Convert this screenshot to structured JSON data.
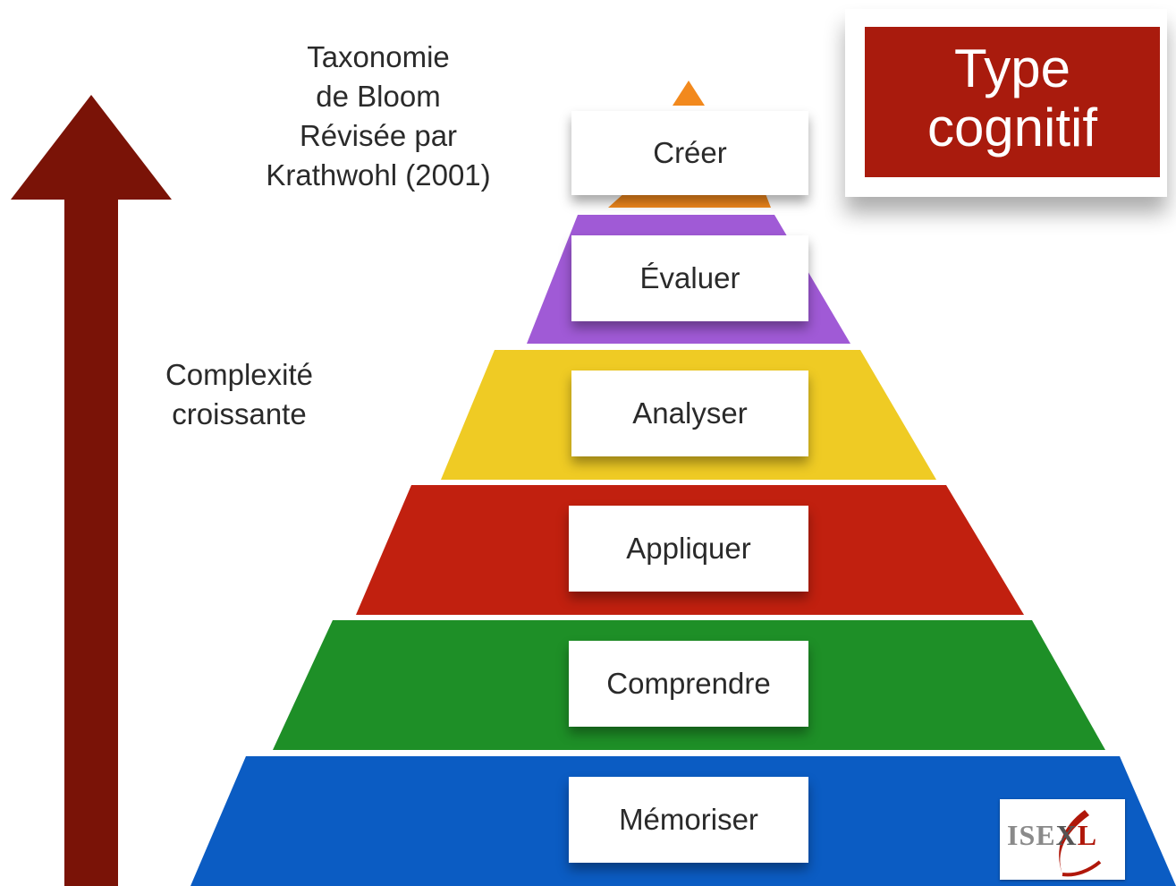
{
  "title_lines": [
    "Taxonomie",
    "de Bloom",
    "Révisée par",
    "Krathwohl (2001)"
  ],
  "complexity_label": [
    "Complexité",
    "croissante"
  ],
  "type_label": [
    "Type",
    "cognitif"
  ],
  "levels": [
    {
      "label": "Créer",
      "color": "#f2891d"
    },
    {
      "label": "Évaluer",
      "color": "#a05ad6"
    },
    {
      "label": "Analyser",
      "color": "#efcb24"
    },
    {
      "label": "Appliquer",
      "color": "#c1200f"
    },
    {
      "label": "Comprendre",
      "color": "#1e8f27"
    },
    {
      "label": "Mémoriser",
      "color": "#0b5cc3"
    }
  ],
  "arrow_color": "#7a1307",
  "type_card_color": "#a91b0d",
  "logo": {
    "text": "ISEXL",
    "icon": "isexl-logo"
  }
}
